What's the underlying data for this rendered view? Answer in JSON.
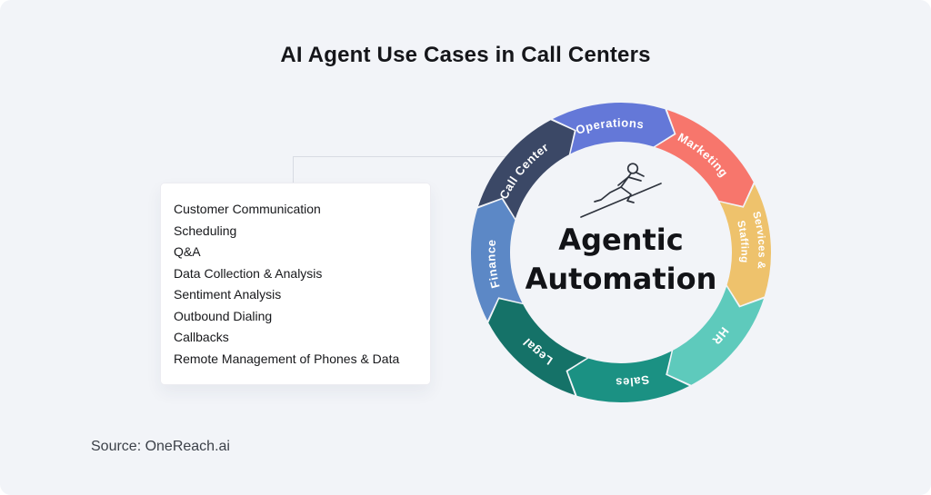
{
  "title": "AI Agent Use Cases in Call Centers",
  "source_text": "Source: OneReach.ai",
  "use_case_card": {
    "linked_segment": "Call Center",
    "items": [
      "Customer Communication",
      "Scheduling",
      "Q&A",
      "Data Collection & Analysis",
      "Sentiment Analysis",
      "Outbound Dialing",
      "Callbacks",
      "Remote Management of Phones & Data"
    ]
  },
  "diagram": {
    "center_title_line1": "Agentic",
    "center_title_line2": "Automation",
    "center_icon": "person-running-uphill-icon",
    "flow_direction": "clockwise",
    "segments": [
      {
        "label": "Operations",
        "color": "#6478d8"
      },
      {
        "label": "Marketing",
        "color": "#f7766c"
      },
      {
        "label": "Services & Staffing",
        "lines": [
          "Services &",
          "Staffing"
        ],
        "color": "#eec26c"
      },
      {
        "label": "HR",
        "color": "#5ecabc"
      },
      {
        "label": "Sales",
        "color": "#1b9183"
      },
      {
        "label": "Legal",
        "color": "#157268"
      },
      {
        "label": "Finance",
        "color": "#5c88c6"
      },
      {
        "label": "Call Center",
        "color": "#3b4866"
      }
    ]
  },
  "colors": {
    "background": "#f2f4f8",
    "card_background": "#ffffff",
    "title_text": "#15161a",
    "segment_label_text": "#ffffff",
    "connector_line": "#d8dbe3"
  }
}
